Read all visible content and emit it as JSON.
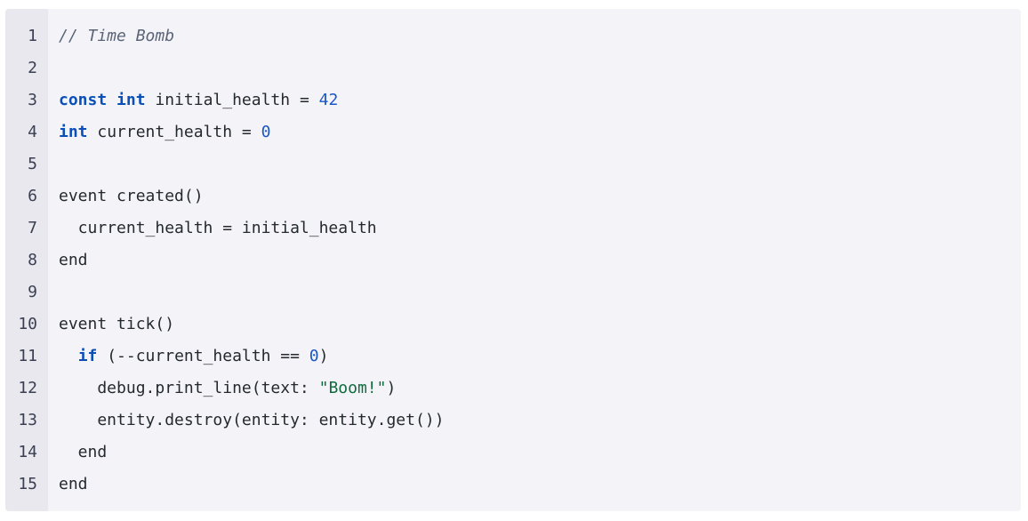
{
  "code_view": {
    "language_hint": "code",
    "lines": [
      {
        "number": "1",
        "tokens": [
          {
            "type": "comment",
            "text": "// Time Bomb"
          }
        ]
      },
      {
        "number": "2",
        "tokens": []
      },
      {
        "number": "3",
        "tokens": [
          {
            "type": "keyword",
            "text": "const"
          },
          {
            "type": "plain",
            "text": " "
          },
          {
            "type": "keyword",
            "text": "int"
          },
          {
            "type": "plain",
            "text": " initial_health = "
          },
          {
            "type": "number",
            "text": "42"
          }
        ]
      },
      {
        "number": "4",
        "tokens": [
          {
            "type": "keyword",
            "text": "int"
          },
          {
            "type": "plain",
            "text": " current_health = "
          },
          {
            "type": "number",
            "text": "0"
          }
        ]
      },
      {
        "number": "5",
        "tokens": []
      },
      {
        "number": "6",
        "tokens": [
          {
            "type": "plain",
            "text": "event created()"
          }
        ]
      },
      {
        "number": "7",
        "tokens": [
          {
            "type": "plain",
            "text": "  current_health = initial_health"
          }
        ]
      },
      {
        "number": "8",
        "tokens": [
          {
            "type": "plain",
            "text": "end"
          }
        ]
      },
      {
        "number": "9",
        "tokens": []
      },
      {
        "number": "10",
        "tokens": [
          {
            "type": "plain",
            "text": "event tick()"
          }
        ]
      },
      {
        "number": "11",
        "tokens": [
          {
            "type": "plain",
            "text": "  "
          },
          {
            "type": "keyword",
            "text": "if"
          },
          {
            "type": "plain",
            "text": " (--current_health == "
          },
          {
            "type": "number",
            "text": "0"
          },
          {
            "type": "plain",
            "text": ")"
          }
        ]
      },
      {
        "number": "12",
        "tokens": [
          {
            "type": "plain",
            "text": "    debug.print_line(text: "
          },
          {
            "type": "string",
            "text": "\"Boom!\""
          },
          {
            "type": "plain",
            "text": ")"
          }
        ]
      },
      {
        "number": "13",
        "tokens": [
          {
            "type": "plain",
            "text": "    entity.destroy(entity: entity.get())"
          }
        ]
      },
      {
        "number": "14",
        "tokens": [
          {
            "type": "plain",
            "text": "  end"
          }
        ]
      },
      {
        "number": "15",
        "tokens": [
          {
            "type": "plain",
            "text": "end"
          }
        ]
      }
    ]
  },
  "colors": {
    "background": "#f4f4f8",
    "gutter": "#e8e8ee",
    "keyword": "#0a4fb8",
    "number": "#1a56c4",
    "string": "#0f6b3e",
    "comment": "#5a6478"
  }
}
